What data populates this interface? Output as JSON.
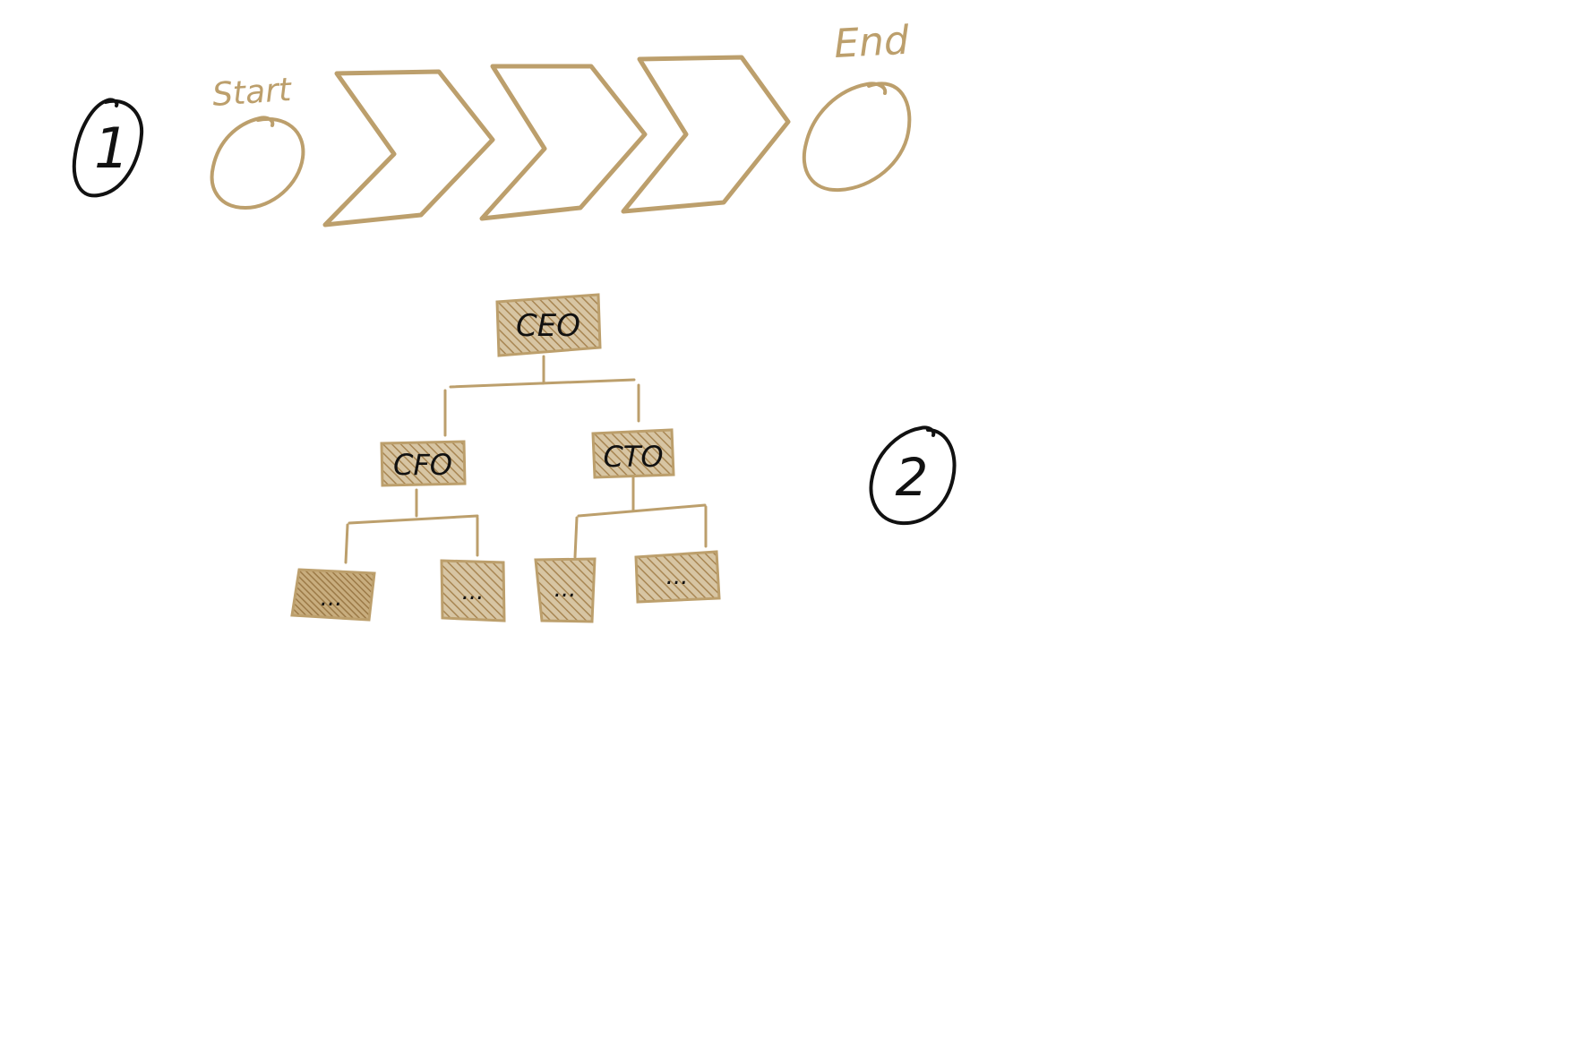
{
  "colors": {
    "sketch_gold": "#bc9f6c",
    "ink": "#111111",
    "background": "#ffffff"
  },
  "markers": {
    "one": "1",
    "two": "2"
  },
  "process_flow": {
    "start_label": "Start",
    "end_label": "End",
    "chevron_count": 3
  },
  "org_chart": {
    "top": "CEO",
    "level2": [
      "CFO",
      "CTO"
    ],
    "level3": [
      "...",
      "...",
      "...",
      "..."
    ]
  }
}
